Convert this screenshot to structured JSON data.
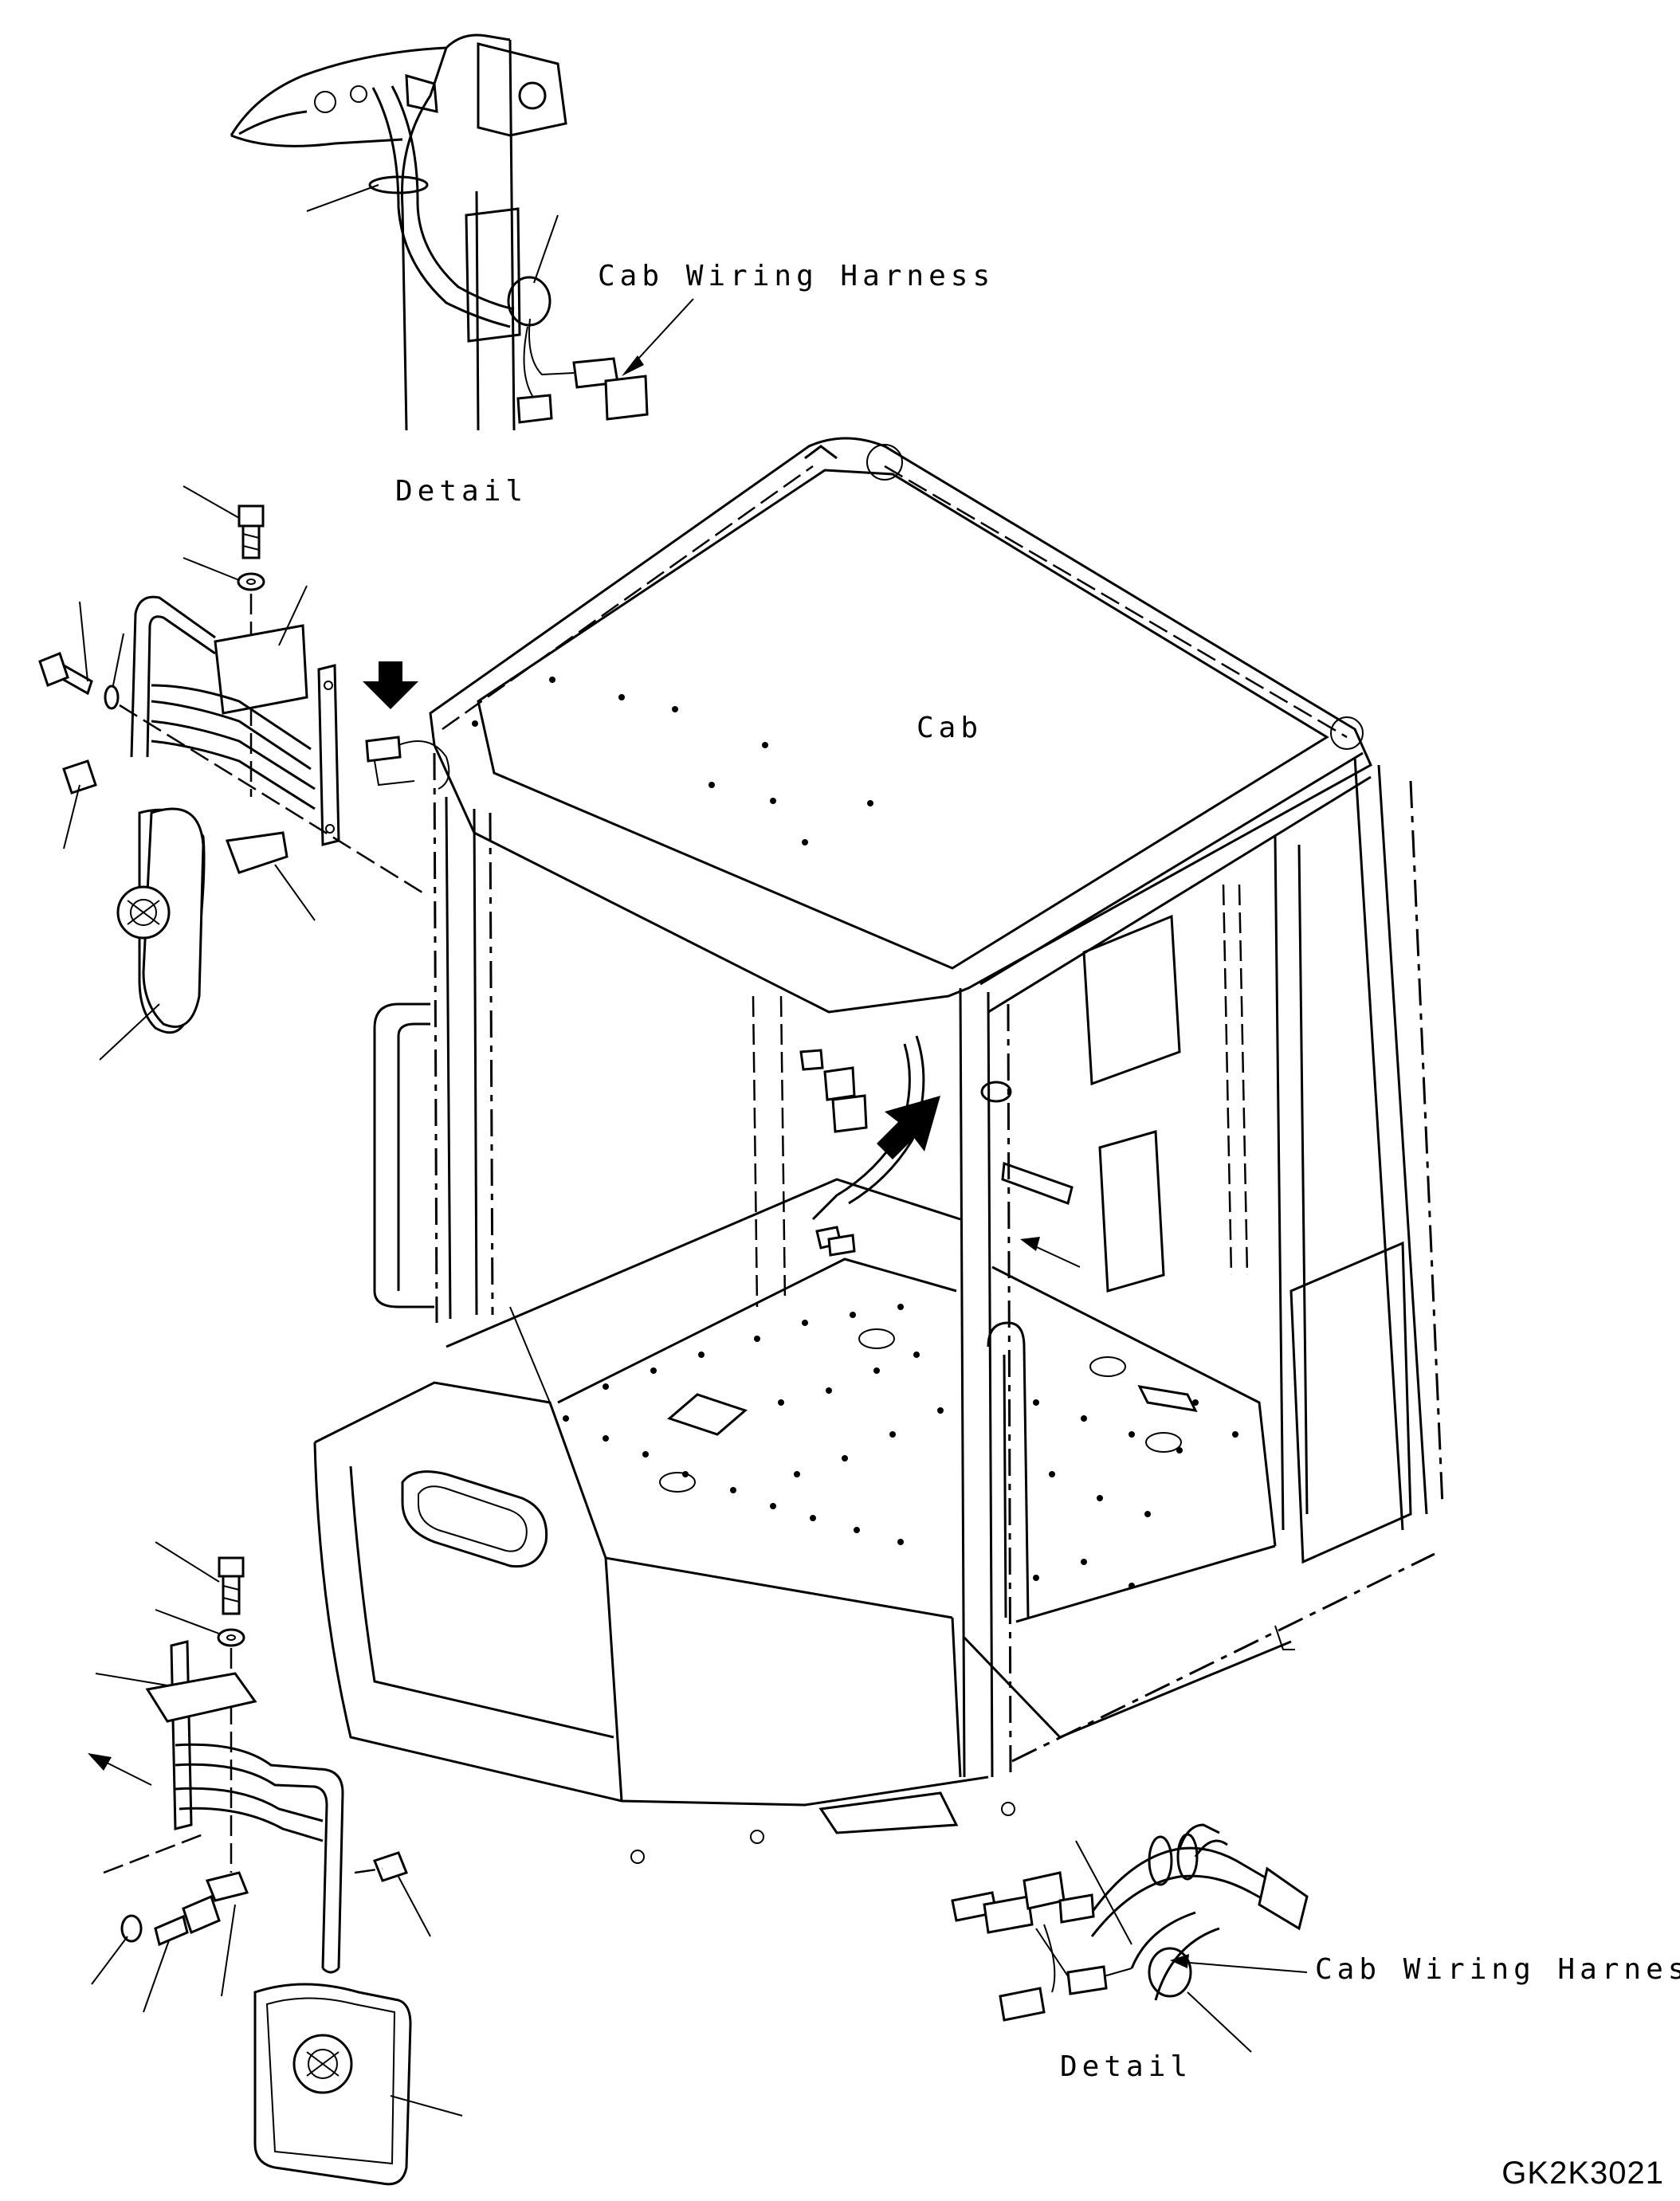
{
  "labels": {
    "harness_top": "Cab Wiring Harness",
    "detail_top": "Detail",
    "cab": "Cab",
    "harness_bottom": "Cab Wiring Harness",
    "detail_bottom": "Detail",
    "drawing_code": "GK2K3021"
  }
}
